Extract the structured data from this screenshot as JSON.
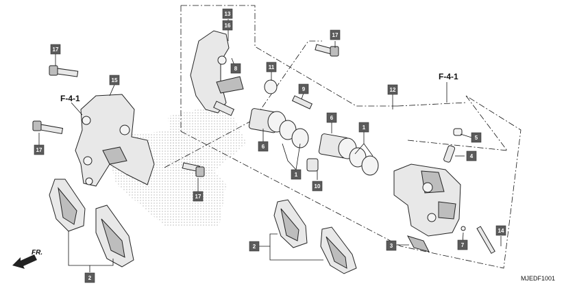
{
  "diagram": {
    "code": "MJEDF1001",
    "front_label": "FR.",
    "refs": [
      "F-4-1",
      "F-4-1"
    ],
    "callouts": [
      "13",
      "16",
      "8",
      "11",
      "9",
      "17",
      "12",
      "6",
      "1",
      "6",
      "1",
      "5",
      "4",
      "10",
      "14",
      "7",
      "3",
      "2",
      "2",
      "17",
      "15",
      "17",
      "17"
    ]
  }
}
